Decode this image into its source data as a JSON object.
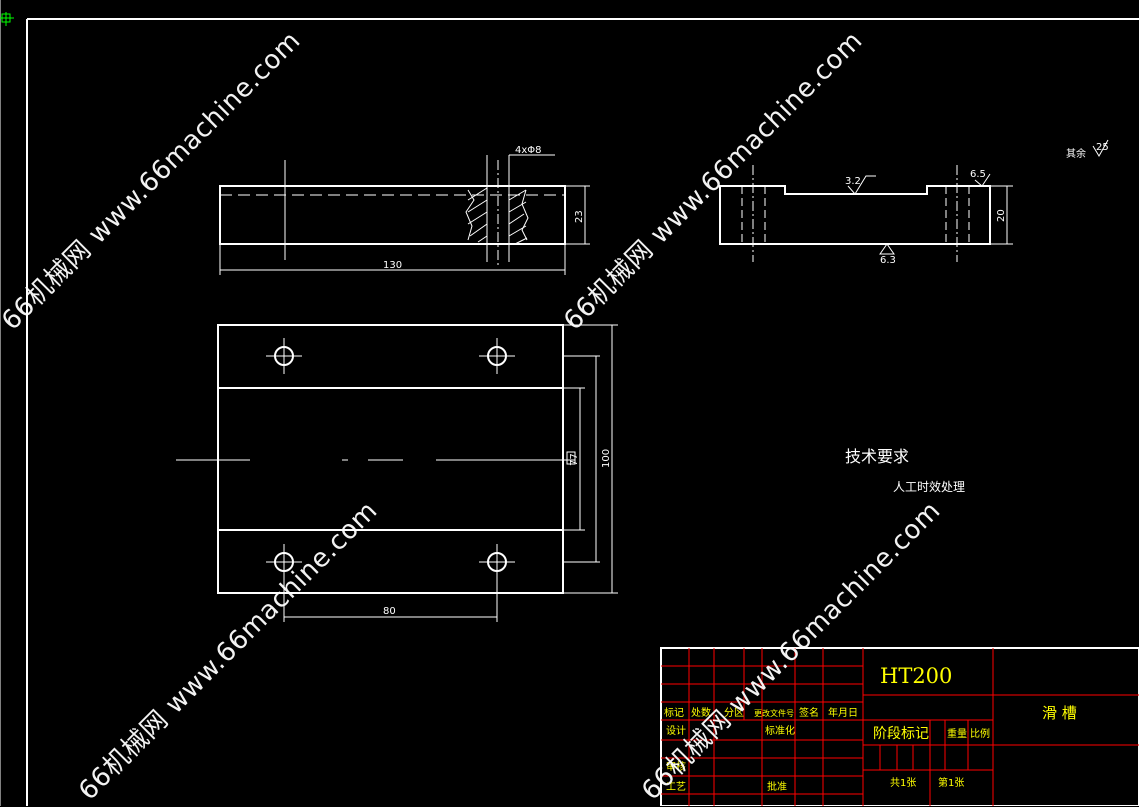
{
  "colors": {
    "background": "#000000",
    "geometry": "#ffffff",
    "title_block": "#ff0000",
    "title_text": "#ffff00",
    "ucs": "#00ff00"
  },
  "front_view": {
    "hole_callout": "4xΦ8",
    "length_dim": "130",
    "height_dim": "23"
  },
  "side_view": {
    "roughness_top": "3.2",
    "roughness_right": "6.5",
    "roughness_bottom": "6.3",
    "height_dim": "20"
  },
  "top_view": {
    "inner_width_dim": "77",
    "outer_width_dim": "100",
    "hole_spacing_dim": "80"
  },
  "roughness_note": {
    "prefix": "其余",
    "value": "25"
  },
  "tech_requirements": {
    "heading": "技术要求",
    "item": "人工时效处理"
  },
  "title_block": {
    "material": "HT200",
    "part_name": "滑 槽",
    "stage_mark": "阶段标记",
    "weight": "重量",
    "scale": "比例",
    "total_sheets": "共1张",
    "sheet_no": "第1张",
    "headers": [
      "标记",
      "处数",
      "分区",
      "更改文件号",
      "签名",
      "年月日"
    ],
    "design": "设计",
    "standardize": "标准化",
    "review": "审核",
    "process": "工艺",
    "approve": "批准"
  },
  "watermarks": [
    "66机械网 www.66machine.com",
    "66机械网 www.66machine.com",
    "66机械网 www.66machine.com",
    "66机械网 www.66machine.com"
  ]
}
